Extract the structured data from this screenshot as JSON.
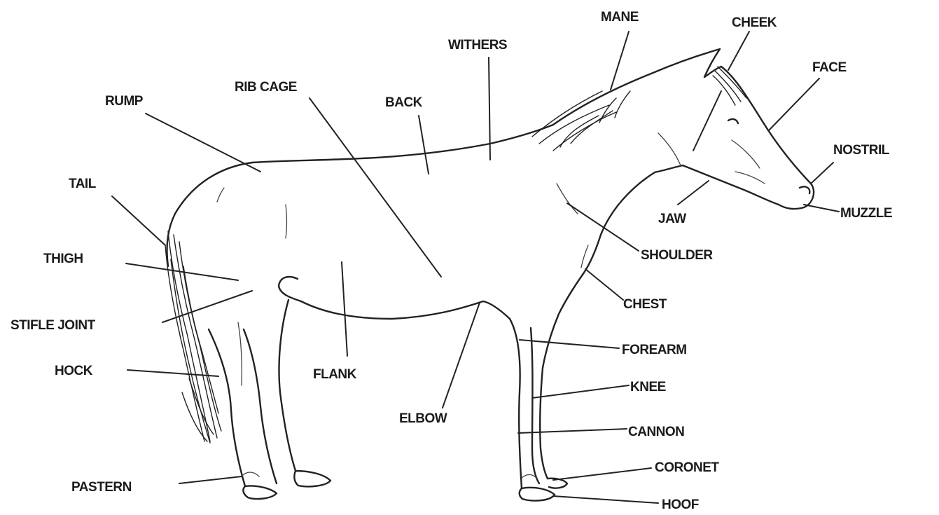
{
  "diagram": {
    "labels": {
      "mane": "MANE",
      "cheek": "CHEEK",
      "withers": "WITHERS",
      "face": "FACE",
      "rib_cage": "RIB CAGE",
      "rump": "RUMP",
      "back": "BACK",
      "nostril": "NOSTRIL",
      "tail": "TAIL",
      "jaw": "JAW",
      "muzzle": "MUZZLE",
      "thigh": "THIGH",
      "shoulder": "SHOULDER",
      "stifle_joint": "STIFLE JOINT",
      "chest": "CHEST",
      "forearm": "FOREARM",
      "hock": "HOCK",
      "flank": "FLANK",
      "knee": "KNEE",
      "elbow": "ELBOW",
      "cannon": "CANNON",
      "coronet": "CORONET",
      "pastern": "PASTERN",
      "hoof": "HOOF"
    }
  }
}
